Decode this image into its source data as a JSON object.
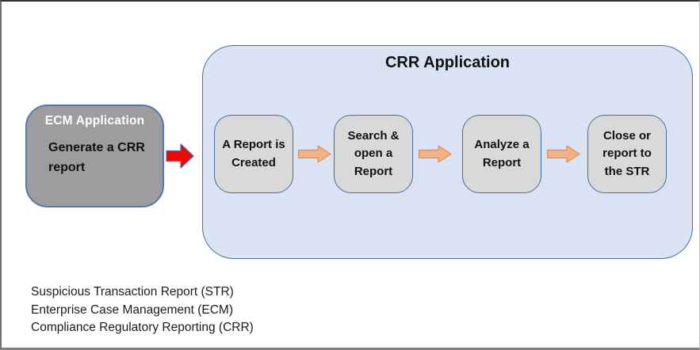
{
  "ecm_box": {
    "title": "ECM Application",
    "body": "Generate a CRR report"
  },
  "crr_container": {
    "title": "CRR Application",
    "steps": [
      {
        "label": "A Report is Created"
      },
      {
        "label": "Search & open a Report"
      },
      {
        "label": "Analyze a Report"
      },
      {
        "label": "Close or report to the STR"
      }
    ]
  },
  "legend": {
    "lines": [
      "Suspicious Transaction Report (STR)",
      "Enterprise Case Management (ECM)",
      "Compliance Regulatory Reporting (CRR)"
    ]
  },
  "icons": {
    "red_arrow": "block-arrow-right",
    "flow_arrow": "block-arrow-right"
  },
  "colors": {
    "ecm_box_fill": "#9d9d9d",
    "step_box_fill": "#d9d9d9",
    "crr_container_fill": "#dae3f3",
    "box_border_blue": "#41719c",
    "red_arrow_fill": "#ff0000",
    "orange_arrow_fill": "#f4b183",
    "orange_arrow_border": "#e0823d"
  }
}
